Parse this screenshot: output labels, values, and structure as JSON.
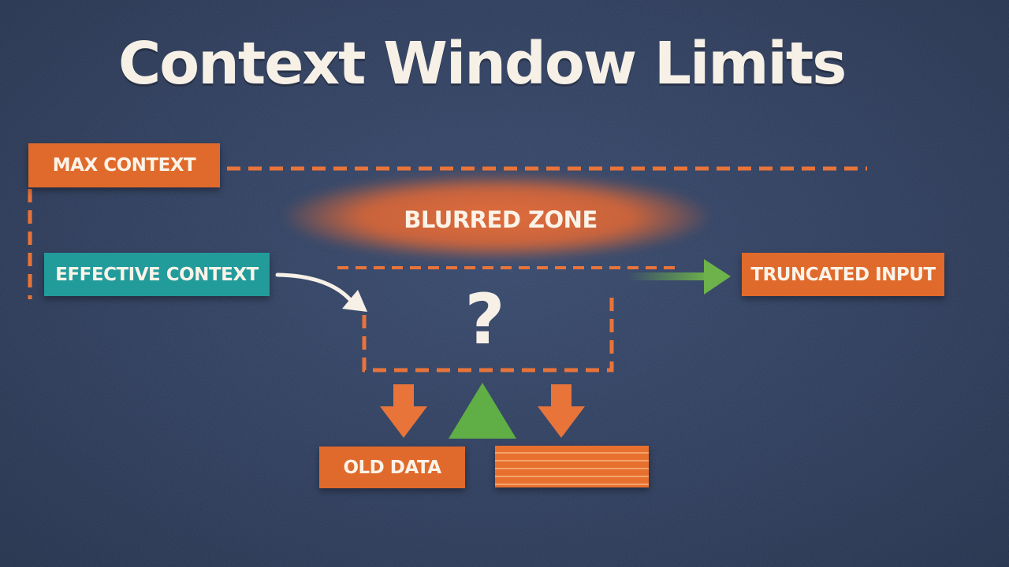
{
  "title": "Context Window Limits",
  "labels": {
    "max_context": "MAX CONTEXT",
    "effective_context": "EFFECTIVE CONTEXT",
    "blurred_zone": "BLURRED ZONE",
    "truncated_input": "TRUNCATED INPUT",
    "old_data": "OLD DATA",
    "question_mark": "?"
  },
  "colors": {
    "background": "#2b3a5a",
    "orange": "#e06a2c",
    "teal": "#229b9b",
    "green": "#6db24a",
    "white": "#f6f0e6"
  },
  "icons": {
    "down_arrow_left": "down-arrow-icon",
    "up_triangle": "up-triangle-icon",
    "down_arrow_right": "down-arrow-icon",
    "curved_arrow": "curved-arrow-icon",
    "right_arrow": "right-arrow-icon"
  }
}
